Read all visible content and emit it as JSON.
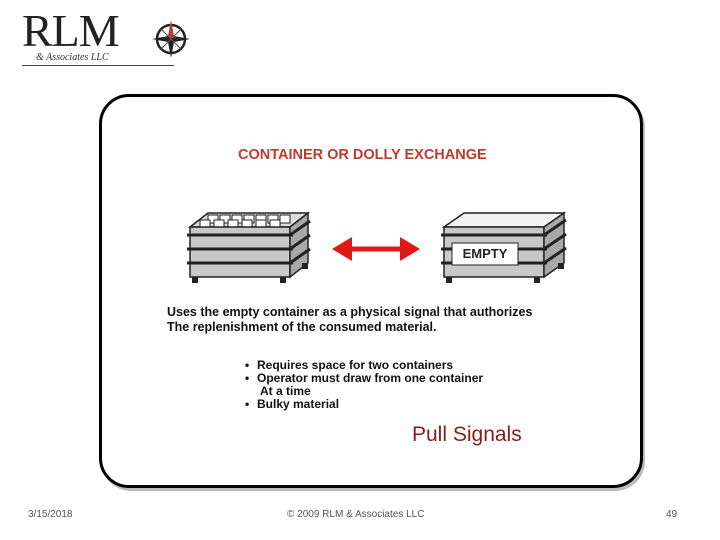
{
  "logo": {
    "name": "RLM",
    "tagline": "& Associates LLC"
  },
  "slide": {
    "title": "CONTAINER OR DOLLY EXCHANGE",
    "empty_label": "EMPTY",
    "description": [
      "Uses the empty container as a physical signal that authorizes",
      "The replenishment of the consumed material."
    ],
    "bullets": [
      "Requires space for two containers",
      "Operator must draw from one container"
    ],
    "bullet_continuation": "At a time",
    "bullet_last": "Bulky material",
    "subtitle": "Pull Signals"
  },
  "footer": {
    "date": "3/15/2018",
    "copyright": "© 2009 RLM & Associates LLC",
    "page_number": "49"
  },
  "colors": {
    "title_red": "#c0392b",
    "arrow_red": "#e01818",
    "subtitle_red": "#8b1a1a"
  }
}
